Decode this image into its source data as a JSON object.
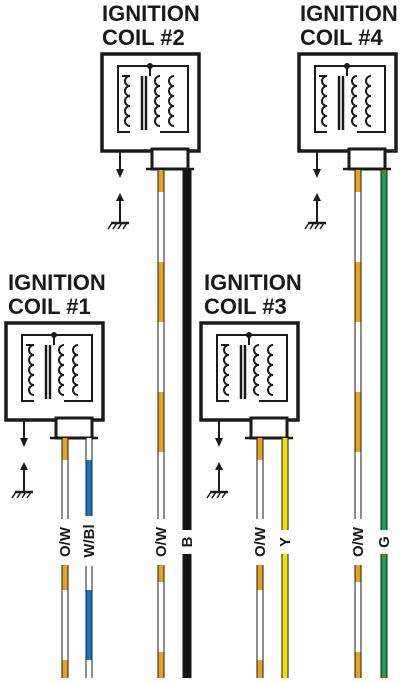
{
  "colors": {
    "orange": "#e8a020",
    "black": "#111111",
    "blue": "#1f6fc0",
    "yellow": "#f2e000",
    "green": "#1aa050",
    "white": "#ffffff",
    "outline": "#1a1a1a"
  },
  "coils": [
    {
      "id": "coil-1",
      "title_line1": "IGNITION",
      "title_line2": "COIL #1",
      "wires": [
        {
          "label": "O/W",
          "base": "orange",
          "stripe": "white"
        },
        {
          "label": "W/Bl",
          "base": "white",
          "stripe": "blue"
        }
      ]
    },
    {
      "id": "coil-2",
      "title_line1": "IGNITION",
      "title_line2": "COIL #2",
      "wires": [
        {
          "label": "O/W",
          "base": "orange",
          "stripe": "white"
        },
        {
          "label": "B",
          "base": "black",
          "stripe": ""
        }
      ]
    },
    {
      "id": "coil-3",
      "title_line1": "IGNITION",
      "title_line2": "COIL #3",
      "wires": [
        {
          "label": "O/W",
          "base": "orange",
          "stripe": "white"
        },
        {
          "label": "Y",
          "base": "yellow",
          "stripe": ""
        }
      ]
    },
    {
      "id": "coil-4",
      "title_line1": "IGNITION",
      "title_line2": "COIL #4",
      "wires": [
        {
          "label": "O/W",
          "base": "orange",
          "stripe": "white"
        },
        {
          "label": "G",
          "base": "green",
          "stripe": ""
        }
      ]
    }
  ],
  "icons": [
    "ignition-coil-icon",
    "ground-icon",
    "arrow-down-icon",
    "arrow-up-icon"
  ]
}
